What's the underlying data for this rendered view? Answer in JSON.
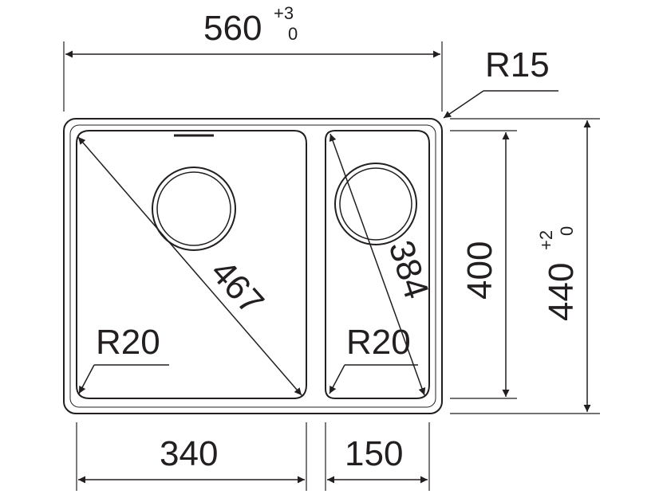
{
  "dimensions": {
    "overall_width": "560",
    "overall_width_tol_upper": "+3",
    "overall_width_tol_lower": "0",
    "corner_radius_outer": "R15",
    "bowl_large_diagonal": "467",
    "bowl_small_diagonal": "384",
    "bowl_depth_length": "400",
    "overall_length": "440",
    "overall_length_tol_upper": "+2",
    "overall_length_tol_lower": "0",
    "corner_radius_large": "R20",
    "corner_radius_small": "R20",
    "bowl_large_width": "340",
    "bowl_small_width": "150"
  },
  "colors": {
    "line": "#231f20",
    "background": "#ffffff"
  }
}
